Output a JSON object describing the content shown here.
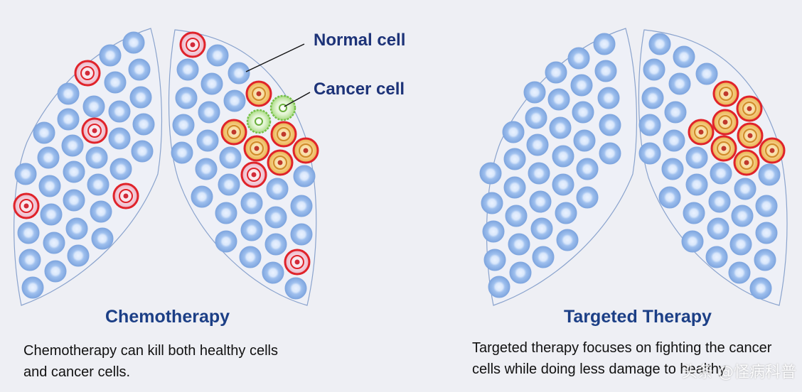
{
  "colors": {
    "background": "#eeeff4",
    "lung_fill": "#eef0f7",
    "lung_stroke": "#8aa3cd",
    "normal_cell_outer": "#8db2e6",
    "normal_cell_inner": "#cfe0f8",
    "cancer_ring": "#e0232a",
    "cancer_core": "#d22a3a",
    "cancer_treated_fill": "#f5c878",
    "immune_green": "#78c24a",
    "title_blue": "#1c3f86",
    "label_blue": "#1d3378"
  },
  "labels": {
    "normal": "Normal cell",
    "cancer": "Cancer cell"
  },
  "panels": [
    {
      "title": "Chemotherapy",
      "caption_lines": [
        "Chemotherapy can kill both healthy cells",
        "and cancer cells."
      ]
    },
    {
      "title": "Targeted Therapy",
      "caption_lines": [
        "Targeted therapy focuses on fighting the cancer",
        "cells while doing less damage to healthy"
      ]
    }
  ],
  "watermark": "头条 @怪病科普"
}
